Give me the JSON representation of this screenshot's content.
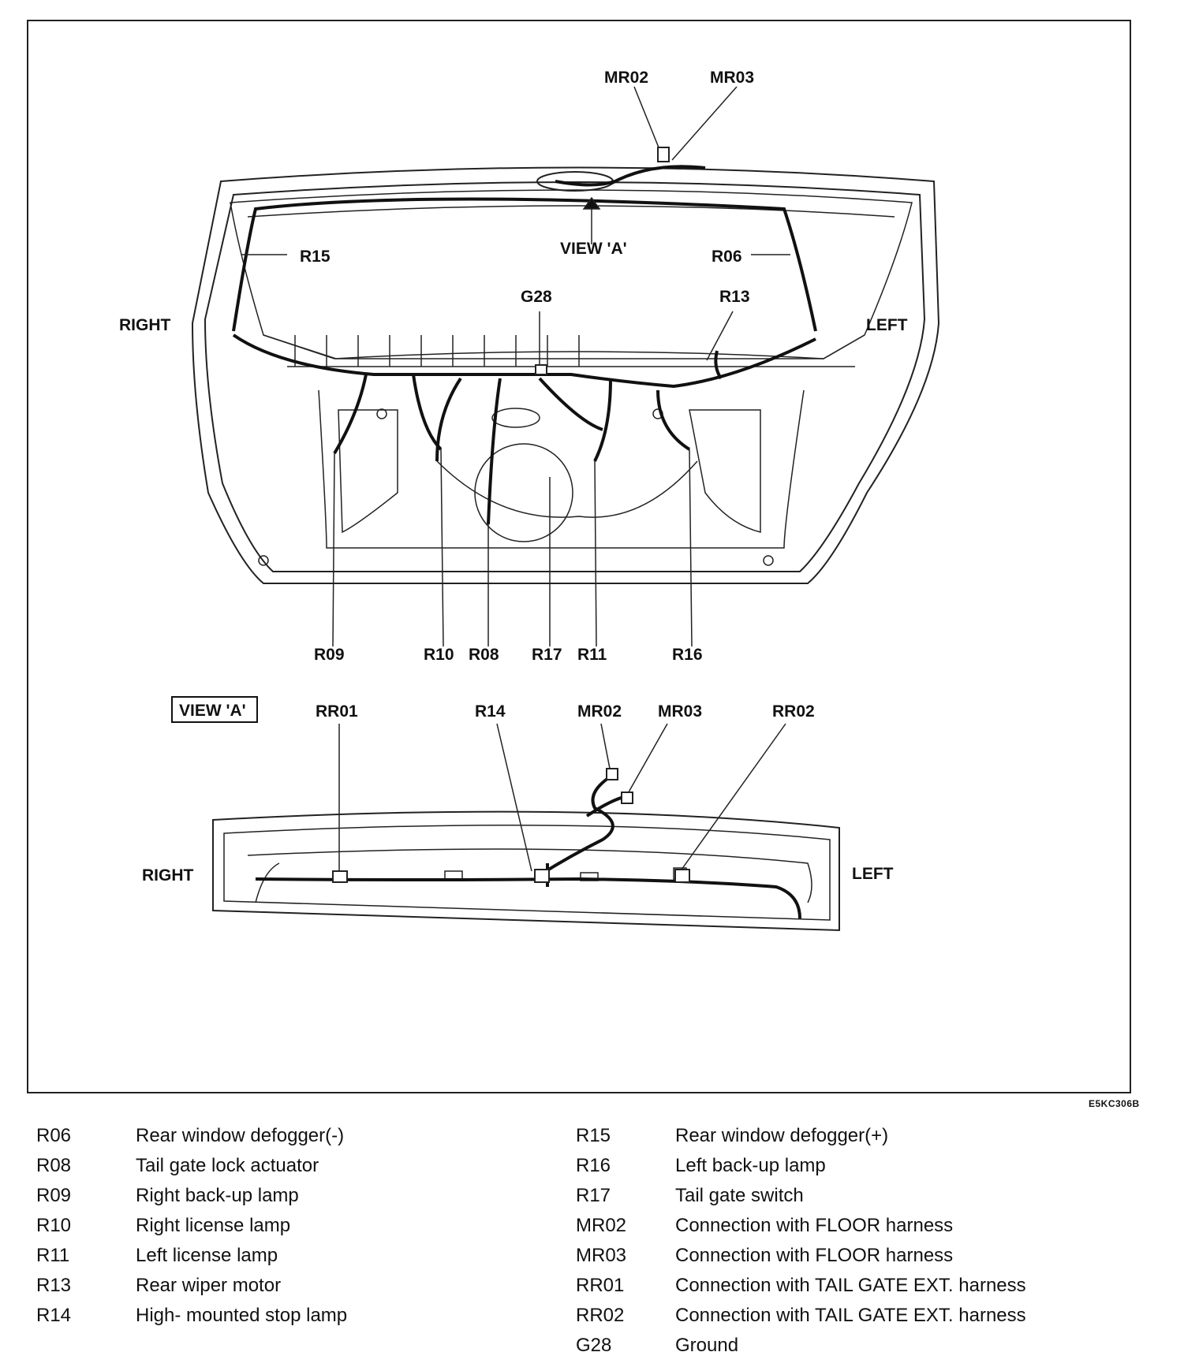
{
  "figure_code": "E5KC306B",
  "main_view": {
    "side_right": "RIGHT",
    "side_left": "LEFT",
    "view_arrow_label": "VIEW 'A'",
    "callouts": {
      "MR02": "MR02",
      "MR03": "MR03",
      "R15": "R15",
      "R06": "R06",
      "G28": "G28",
      "R13": "R13",
      "R09": "R09",
      "R10": "R10",
      "R08": "R08",
      "R17": "R17",
      "R11": "R11",
      "R16": "R16"
    }
  },
  "detail_view": {
    "title": "VIEW 'A'",
    "side_right": "RIGHT",
    "side_left": "LEFT",
    "callouts": {
      "RR01": "RR01",
      "R14": "R14",
      "MR02": "MR02",
      "MR03": "MR03",
      "RR02": "RR02"
    }
  },
  "legend_left": [
    {
      "code": "R06",
      "desc": "Rear window defogger(-)"
    },
    {
      "code": "R08",
      "desc": "Tail gate lock actuator"
    },
    {
      "code": "R09",
      "desc": "Right back-up lamp"
    },
    {
      "code": "R10",
      "desc": "Right license lamp"
    },
    {
      "code": "R11",
      "desc": "Left license lamp"
    },
    {
      "code": "R13",
      "desc": "Rear wiper motor"
    },
    {
      "code": "R14",
      "desc": "High- mounted stop lamp"
    }
  ],
  "legend_right": [
    {
      "code": "R15",
      "desc": "Rear window defogger(+)"
    },
    {
      "code": "R16",
      "desc": "Left back-up lamp"
    },
    {
      "code": "R17",
      "desc": "Tail gate switch"
    },
    {
      "code": "MR02",
      "desc": "Connection with FLOOR harness"
    },
    {
      "code": "MR03",
      "desc": "Connection with FLOOR harness"
    },
    {
      "code": "RR01",
      "desc": "Connection with TAIL GATE EXT. harness"
    },
    {
      "code": "RR02",
      "desc": "Connection with TAIL GATE EXT. harness"
    },
    {
      "code": "G28",
      "desc": "Ground"
    }
  ]
}
